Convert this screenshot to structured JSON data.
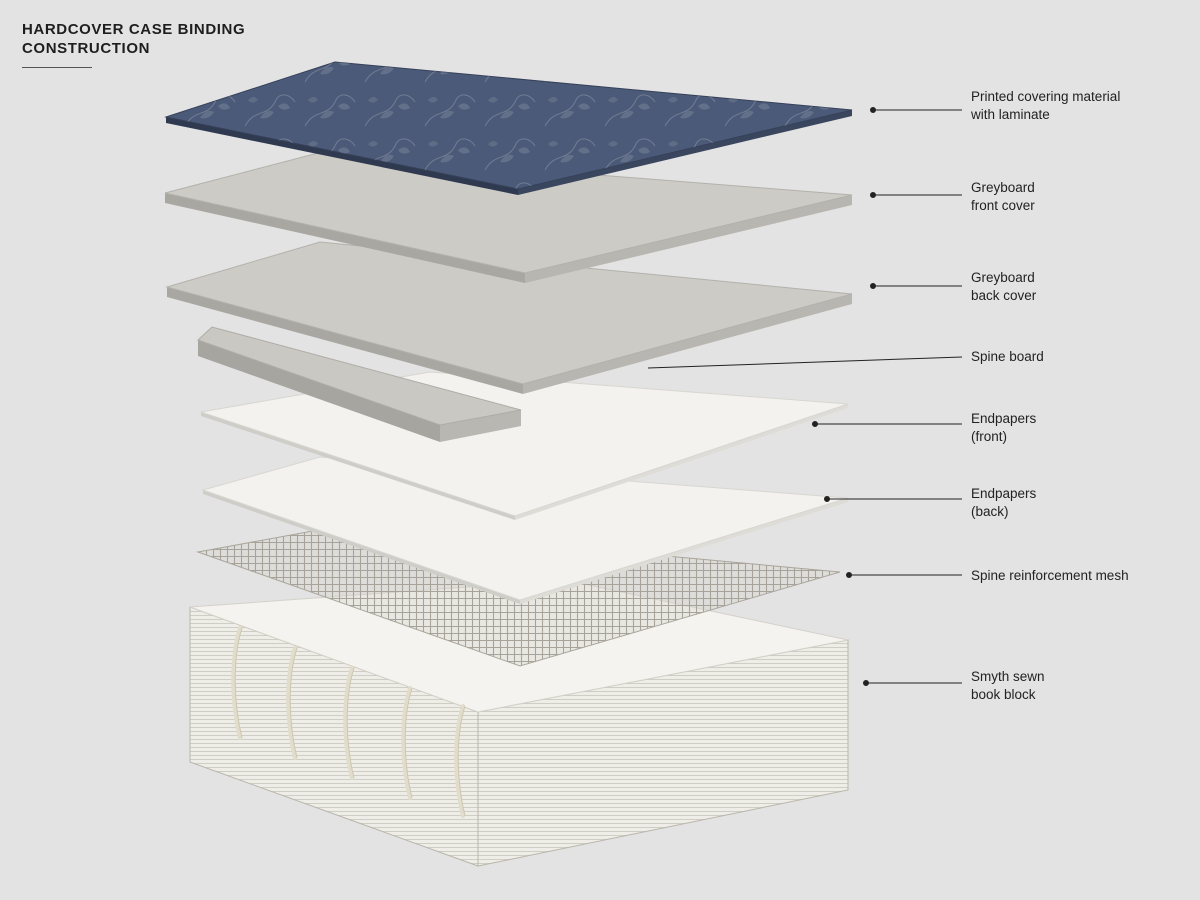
{
  "title": {
    "line1": "HARDCOVER CASE BINDING",
    "line2": "CONSTRUCTION"
  },
  "colors": {
    "background": "#e3e3e3",
    "cover": "#4b5a78",
    "greyboard": "#c9c7c2",
    "paper": "#f2f1ed",
    "mesh": "#bdbab2",
    "thread": "#e8e2d2",
    "leader": "#222222"
  },
  "labels": [
    {
      "line1": "Printed covering material",
      "line2": "with laminate"
    },
    {
      "line1": "Greyboard",
      "line2": "front cover"
    },
    {
      "line1": "Greyboard",
      "line2": "back cover"
    },
    {
      "line1": "Spine board",
      "line2": ""
    },
    {
      "line1": "Endpapers",
      "line2": "(front)"
    },
    {
      "line1": "Endpapers",
      "line2": "(back)"
    },
    {
      "line1": "Spine reinforcement mesh",
      "line2": ""
    },
    {
      "line1": "Smyth sewn",
      "line2": "book block"
    }
  ]
}
